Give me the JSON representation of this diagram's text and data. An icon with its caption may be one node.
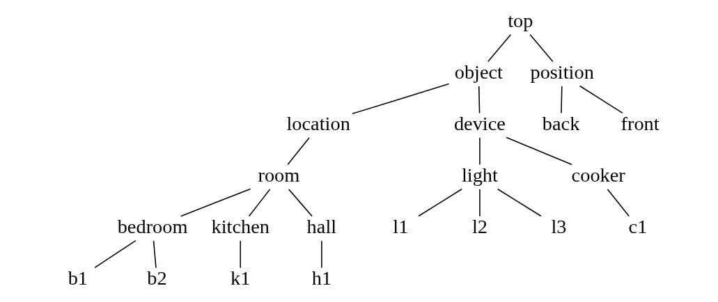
{
  "diagram": {
    "nodes": [
      {
        "text": [
          "top"
        ]
      },
      {
        "text": [
          "object"
        ]
      },
      {
        "text": [
          "position"
        ]
      },
      {
        "text": [
          "location"
        ]
      },
      {
        "text": [
          "device"
        ]
      },
      {
        "text": [
          "back"
        ]
      },
      {
        "text": [
          "front"
        ]
      },
      {
        "text": [
          "room"
        ]
      },
      {
        "text": [
          "light"
        ]
      },
      {
        "text": [
          "cooker"
        ]
      },
      {
        "text": [
          "bedroom"
        ]
      },
      {
        "text": [
          "kitchen"
        ]
      },
      {
        "text": [
          "hall"
        ]
      },
      {
        "text": [
          "l1"
        ]
      },
      {
        "text": [
          "l2"
        ]
      },
      {
        "text": [
          "l3"
        ]
      },
      {
        "text": [
          "c1"
        ]
      },
      {
        "text": [
          "b1"
        ]
      },
      {
        "text": [
          "b2"
        ]
      },
      {
        "text": [
          "k1"
        ]
      },
      {
        "text": [
          "h1"
        ]
      }
    ],
    "edges": [
      {
        "from": 0,
        "to": 1,
        "arrow": "none"
      },
      {
        "from": 0,
        "to": 2,
        "arrow": "none"
      },
      {
        "from": 1,
        "to": 3,
        "arrow": "none"
      },
      {
        "from": 1,
        "to": 4,
        "arrow": "none"
      },
      {
        "from": 2,
        "to": 5,
        "arrow": "none"
      },
      {
        "from": 2,
        "to": 6,
        "arrow": "none"
      },
      {
        "from": 3,
        "to": 7,
        "arrow": "none"
      },
      {
        "from": 4,
        "to": 8,
        "arrow": "none"
      },
      {
        "from": 4,
        "to": 9,
        "arrow": "none"
      },
      {
        "from": 7,
        "to": 10,
        "arrow": "none"
      },
      {
        "from": 7,
        "to": 11,
        "arrow": "none"
      },
      {
        "from": 7,
        "to": 12,
        "arrow": "none"
      },
      {
        "from": 8,
        "to": 13,
        "arrow": "none"
      },
      {
        "from": 8,
        "to": 14,
        "arrow": "none"
      },
      {
        "from": 8,
        "to": 15,
        "arrow": "none"
      },
      {
        "from": 9,
        "to": 16,
        "arrow": "none"
      },
      {
        "from": 10,
        "to": 17,
        "arrow": "none"
      },
      {
        "from": 10,
        "to": 18,
        "arrow": "none"
      },
      {
        "from": 11,
        "to": 19,
        "arrow": "none"
      },
      {
        "from": 12,
        "to": 20,
        "arrow": "none"
      }
    ]
  }
}
